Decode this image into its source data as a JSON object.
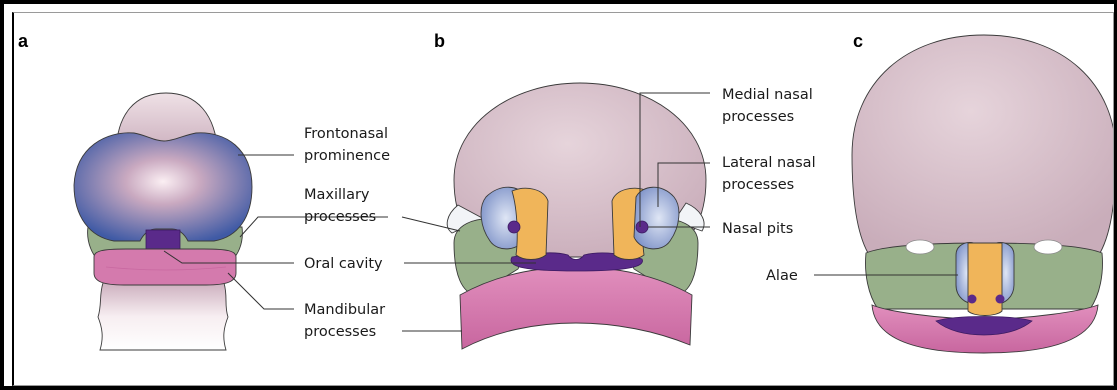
{
  "panels": [
    {
      "id": "a",
      "letter": "a"
    },
    {
      "id": "b",
      "letter": "b"
    },
    {
      "id": "c",
      "letter": "c"
    }
  ],
  "labels": {
    "a_frontonasal_1": "Frontonasal",
    "a_frontonasal_2": "prominence",
    "a_maxillary_1": "Maxillary",
    "a_maxillary_2": "processes",
    "oral_cavity": "Oral cavity",
    "a_mandibular_1": "Mandibular",
    "a_mandibular_2": "processes",
    "b_medial_1": "Medial nasal",
    "b_medial_2": "processes",
    "b_lateral_1": "Lateral nasal",
    "b_lateral_2": "processes",
    "b_nasal_pits": "Nasal pits",
    "c_alae": "Alae"
  },
  "colors": {
    "forehead": "#d8c2cb",
    "frontonasal_blue": "#5b6fae",
    "maxillary_green": "#98b08a",
    "mandibular_pink": "#d47aad",
    "oral_purple": "#5a2a8a",
    "medial_orange": "#f0b55a",
    "lateral_blue": "#a9b7dc"
  }
}
